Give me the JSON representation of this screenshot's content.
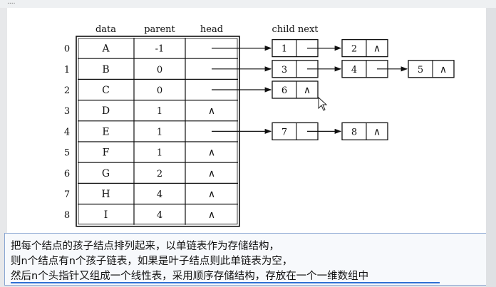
{
  "diagram": {
    "columns": [
      "data",
      "parent",
      "head"
    ],
    "child_header": "child next",
    "rows": [
      {
        "index": "0",
        "data": "A",
        "parent": "-1",
        "head": ""
      },
      {
        "index": "1",
        "data": "B",
        "parent": "0",
        "head": ""
      },
      {
        "index": "2",
        "data": "C",
        "parent": "0",
        "head": ""
      },
      {
        "index": "3",
        "data": "D",
        "parent": "1",
        "head": "∧"
      },
      {
        "index": "4",
        "data": "E",
        "parent": "1",
        "head": ""
      },
      {
        "index": "5",
        "data": "F",
        "parent": "1",
        "head": "∧"
      },
      {
        "index": "6",
        "data": "G",
        "parent": "2",
        "head": "∧"
      },
      {
        "index": "7",
        "data": "H",
        "parent": "4",
        "head": "∧"
      },
      {
        "index": "8",
        "data": "I",
        "parent": "4",
        "head": "∧"
      }
    ],
    "chains": [
      {
        "row": 0,
        "nodes": [
          {
            "child": "1",
            "next": ""
          },
          {
            "child": "2",
            "next": "∧"
          }
        ]
      },
      {
        "row": 1,
        "nodes": [
          {
            "child": "3",
            "next": ""
          },
          {
            "child": "4",
            "next": ""
          },
          {
            "child": "5",
            "next": "∧"
          }
        ]
      },
      {
        "row": 2,
        "nodes": [
          {
            "child": "6",
            "next": "∧"
          }
        ]
      },
      {
        "row": 4,
        "nodes": [
          {
            "child": "7",
            "next": ""
          },
          {
            "child": "8",
            "next": "∧"
          }
        ]
      }
    ]
  },
  "caption": {
    "line1": "把每个结点的孩子结点排列起来，以单链表作为存储结构，",
    "line2": "则n个结点有n个孩子链表，如果是叶子结点则此单链表为空，",
    "line3": "然后n个头指针又组成一个线性表，采用顺序存储结构，存放在一个一维数组中"
  },
  "window": {
    "title_dots": "...."
  }
}
